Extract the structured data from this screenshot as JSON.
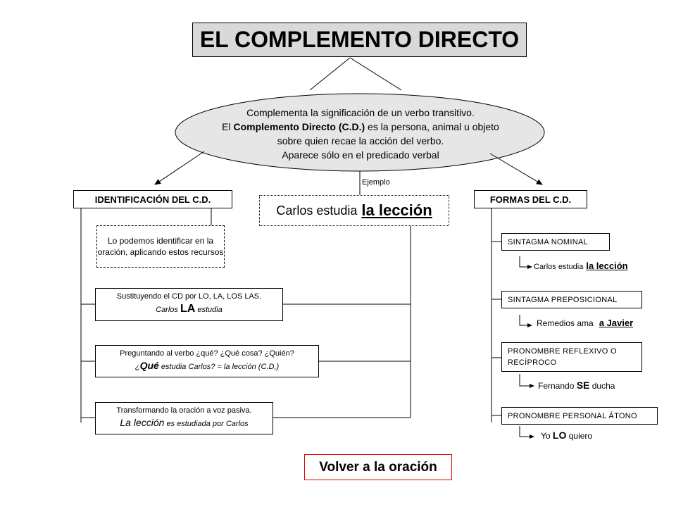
{
  "title": "EL COMPLEMENTO DIRECTO",
  "definition": {
    "line1": "Complementa la significación de un verbo transitivo.",
    "line2_pre": "El ",
    "line2_bold": "Complemento Directo (C.D.)",
    "line2_post": " es la persona, animal u objeto",
    "line3": "sobre quien recae la acción del verbo.",
    "line4": "Aparece sólo en el predicado verbal"
  },
  "example": {
    "label": "Ejemplo",
    "sentence_pre": "Carlos estudia",
    "sentence_cd": "la lección"
  },
  "identification": {
    "header": "IDENTIFICACIÓN DEL C.D.",
    "intro": "Lo podemos identificar en la oración, aplicando estos recursos",
    "method1": {
      "line1": "Sustituyendo el CD por LO, LA, LOS LAS.",
      "ex_pre": "Carlos",
      "ex_big": "LA",
      "ex_post": "estudia"
    },
    "method2": {
      "line1": "Preguntando al verbo ¿qué? ¿Qué cosa? ¿Quién?",
      "ex_q": "¿",
      "ex_big": "Qué",
      "ex_post": "estudia Carlos? = la lección (C.D,)"
    },
    "method3": {
      "line1": "Transformando la oración a voz pasiva.",
      "ex_big": "La lección",
      "ex_post": "es estudiada por Carlos"
    }
  },
  "forms": {
    "header": "FORMAS DEL C.D.",
    "items": [
      {
        "label": "SINTAGMA NOMINAL",
        "ex_pre": "Carlos estudia",
        "ex_cd": "la lección"
      },
      {
        "label": "SINTAGMA PREPOSICIONAL",
        "ex_pre": "Remedios ama",
        "ex_cd": "a Javier"
      },
      {
        "label": "PRONOMBRE REFLEXIVO O RECÍPROCO",
        "ex_pre": "Fernando",
        "ex_cd": "SE",
        "ex_post": "ducha"
      },
      {
        "label": "PRONOMBRE PERSONAL ÁTONO",
        "ex_pre": "Yo",
        "ex_cd": "LO",
        "ex_post": "quiero"
      }
    ]
  },
  "back_button": "Volver a la oración",
  "colors": {
    "title_bg": "#d9d9d9",
    "ellipse_bg": "#e6e6e6",
    "button_border": "#e00000"
  }
}
